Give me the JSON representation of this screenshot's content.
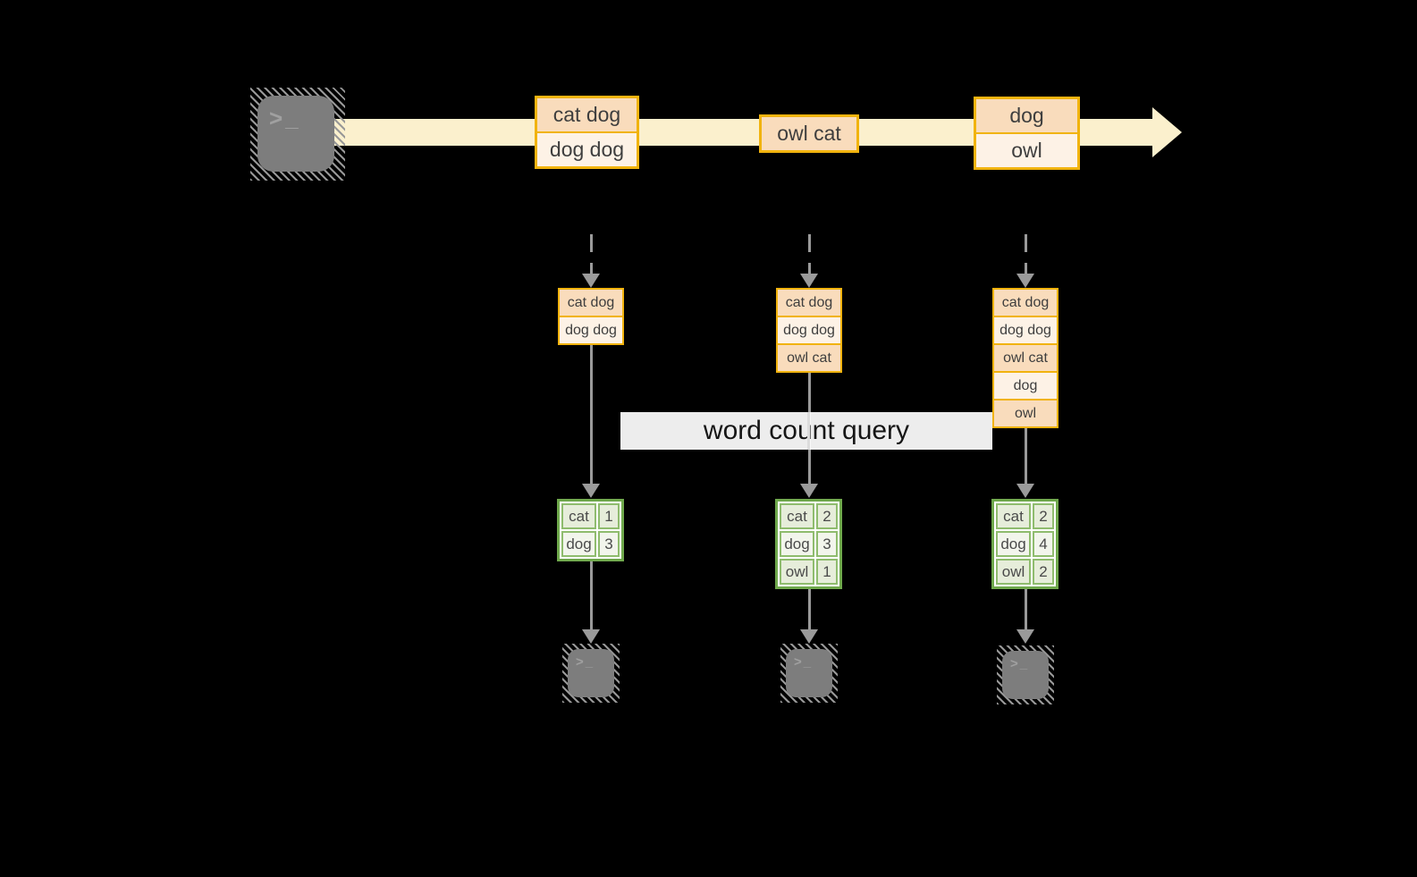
{
  "diagram": {
    "query_label": "word count query",
    "terminal_glyph": ">_",
    "stream_events": [
      {
        "lines": [
          "cat dog",
          "dog dog"
        ]
      },
      {
        "lines": [
          "owl cat"
        ]
      },
      {
        "lines": [
          "dog",
          "owl"
        ]
      }
    ],
    "windows": [
      {
        "lines": [
          "cat dog",
          "dog dog"
        ]
      },
      {
        "lines": [
          "cat dog",
          "dog dog",
          "owl cat"
        ]
      },
      {
        "lines": [
          "cat dog",
          "dog dog",
          "owl cat",
          "dog",
          "owl"
        ]
      }
    ],
    "counts": [
      {
        "rows": [
          [
            "cat",
            "1"
          ],
          [
            "dog",
            "3"
          ]
        ]
      },
      {
        "rows": [
          [
            "cat",
            "2"
          ],
          [
            "dog",
            "3"
          ],
          [
            "owl",
            "1"
          ]
        ]
      },
      {
        "rows": [
          [
            "cat",
            "2"
          ],
          [
            "dog",
            "4"
          ],
          [
            "owl",
            "2"
          ]
        ]
      }
    ],
    "colors": {
      "accent_gold": "#F1B30E",
      "fill_peach": "#F9DCBC",
      "fill_cream": "#FDF2E6",
      "stream_fill": "#FBF0CD",
      "green_border": "#6FA84C",
      "green_cell_border": "#8FBC6E",
      "green_fill_dark": "#E6EDDA",
      "green_fill_light": "#F2F5EC",
      "arrow_gray": "#9A9A9A",
      "terminal_gray": "#7D7D7D"
    }
  }
}
